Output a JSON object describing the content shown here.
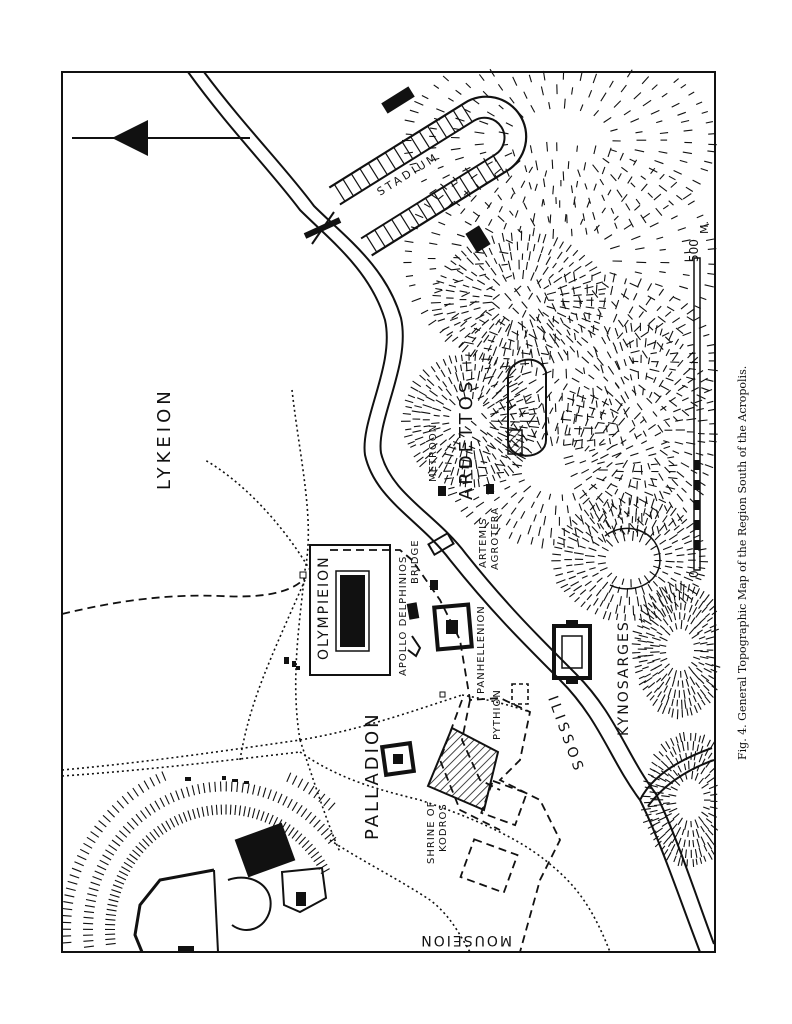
{
  "figure": {
    "caption": "Fig. 4.  General Topographic Map of the Region South of the Acropolis."
  },
  "labels": {
    "lykeion": "LYKEION",
    "olympieion": "OLYMPIEION",
    "apollo_delphinios": "APOLLO DELPHINIOS",
    "bridge": "BRIDGE",
    "panhellenion": "PANHELLENION",
    "pythion": "PYTHION",
    "palladion": "PALLADION",
    "shrine_line1": "SHRINE OF",
    "shrine_line2": "KODROS",
    "mouseion": "MOUSEION",
    "ilissos": "ILISSOS",
    "kynosarges": "KYNOSARGES",
    "artemis_line1": "ARTEMIS",
    "artemis_line2": "AGROTERA",
    "metroon": "METROON",
    "ardettos": "ARDETTOS",
    "stadium": "STADIUM"
  },
  "scale": {
    "start": "0",
    "end": "500",
    "unit": "M."
  },
  "north_arrow": {
    "icon": "north-arrow-icon"
  },
  "colors": {
    "ink": "#111111",
    "paper": "#ffffff"
  }
}
